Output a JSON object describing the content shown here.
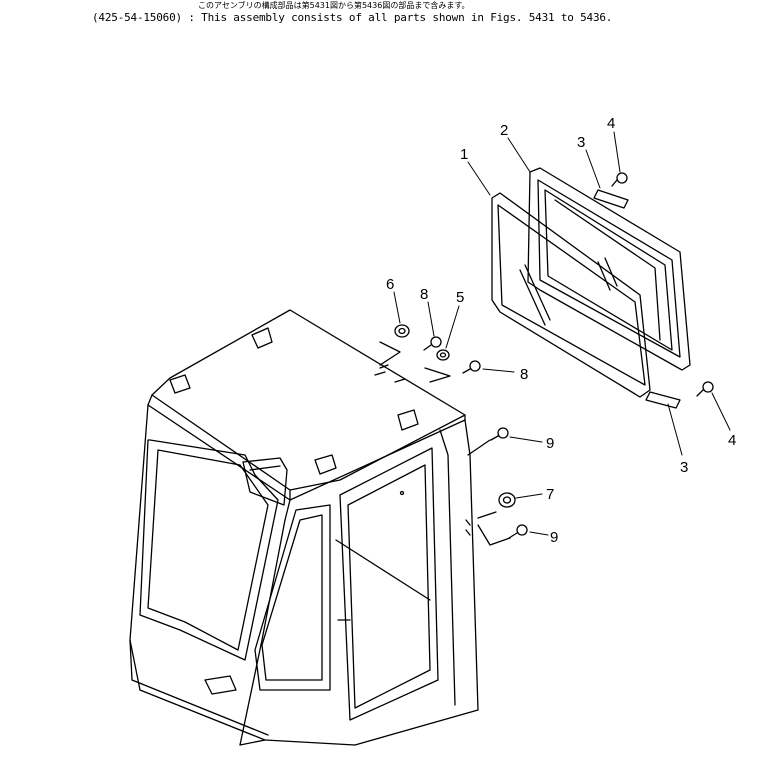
{
  "header": {
    "note_jp": "このアセンブリの構成部品は第5431図から第5436図の部品まで含みます。",
    "note_en": "(425-54-15060) : This assembly consists of all parts shown in Figs. 5431 to 5436."
  },
  "callouts": [
    {
      "id": "1",
      "label": "1"
    },
    {
      "id": "2",
      "label": "2"
    },
    {
      "id": "3a",
      "label": "3"
    },
    {
      "id": "4a",
      "label": "4"
    },
    {
      "id": "6",
      "label": "6"
    },
    {
      "id": "8a",
      "label": "8"
    },
    {
      "id": "5",
      "label": "5"
    },
    {
      "id": "8b",
      "label": "8"
    },
    {
      "id": "4b",
      "label": "4"
    },
    {
      "id": "9a",
      "label": "9"
    },
    {
      "id": "7",
      "label": "7"
    },
    {
      "id": "9b",
      "label": "9"
    },
    {
      "id": "3b",
      "label": "3"
    }
  ]
}
